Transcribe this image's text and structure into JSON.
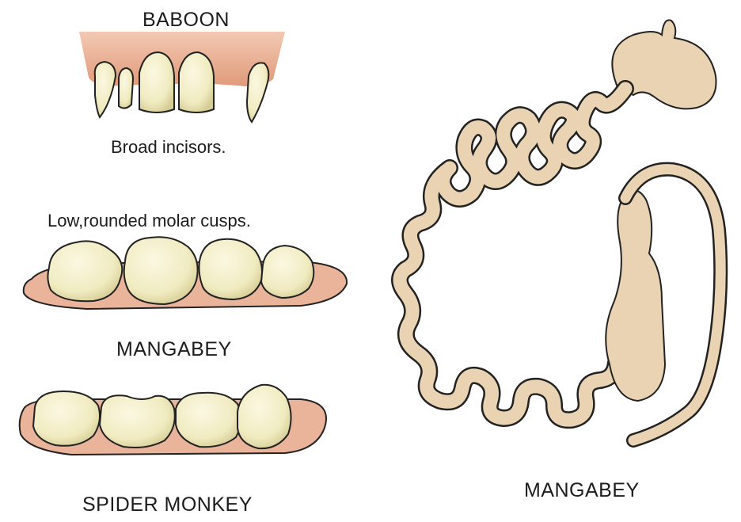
{
  "labels": {
    "baboon": "BABOON",
    "broad_incisors": "Broad incisors.",
    "molar_cusps": "Low,rounded molar cusps.",
    "mangabey_teeth": "MANGABEY",
    "spider_monkey": "SPIDER MONKEY",
    "mangabey_gut": "MANGABEY"
  },
  "colors": {
    "gum": "#e8a889",
    "gum_light": "#f1c5b0",
    "tooth": "#f4f0c8",
    "tooth_shade": "#d9d19a",
    "gut": "#e9d3b2",
    "gut_shade": "#c9aa82",
    "outline": "#222222"
  }
}
